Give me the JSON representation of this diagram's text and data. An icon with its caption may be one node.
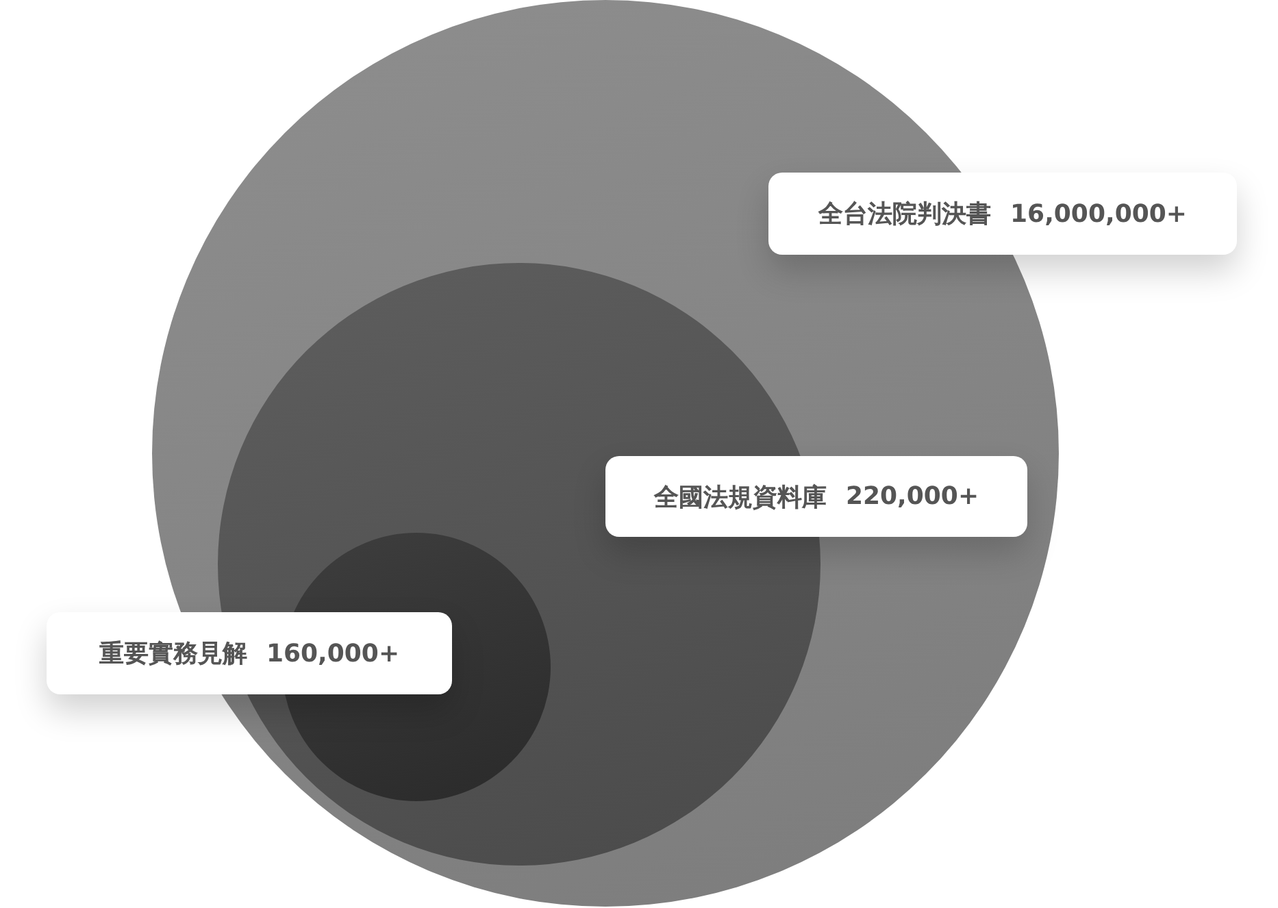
{
  "diagram": {
    "nodes": [
      {
        "text": [],
        "shape": "circle"
      },
      {
        "text": [],
        "shape": "circle",
        "in": 0
      },
      {
        "text": [],
        "shape": "circle",
        "in": 1
      },
      {
        "text": [
          "全台法院判決書",
          "16,000,000+"
        ]
      },
      {
        "text": [
          "全國法規資料庫",
          "220,000+"
        ],
        "in": 0
      },
      {
        "text": [
          "重要實務見解",
          "160,000+"
        ]
      }
    ]
  }
}
